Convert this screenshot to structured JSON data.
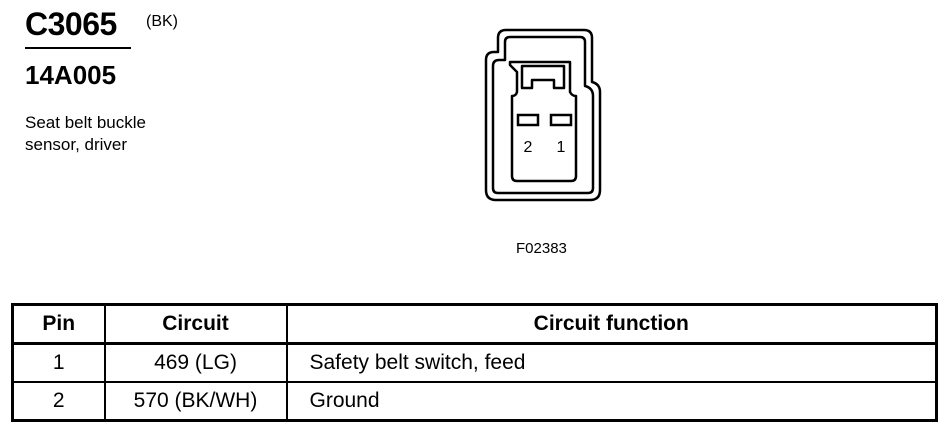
{
  "connector": {
    "id": "C3065",
    "color": "(BK)",
    "part_number": "14A005",
    "description_lines": [
      "Seat belt buckle",
      "sensor, driver"
    ]
  },
  "figure": {
    "code": "F02383",
    "pin_labels": [
      "2",
      "1"
    ]
  },
  "table": {
    "headers": [
      "Pin",
      "Circuit",
      "Circuit function"
    ],
    "rows": [
      {
        "pin": "1",
        "circuit": "469 (LG)",
        "function": "Safety belt switch, feed"
      },
      {
        "pin": "2",
        "circuit": "570 (BK/WH)",
        "function": "Ground"
      }
    ]
  }
}
